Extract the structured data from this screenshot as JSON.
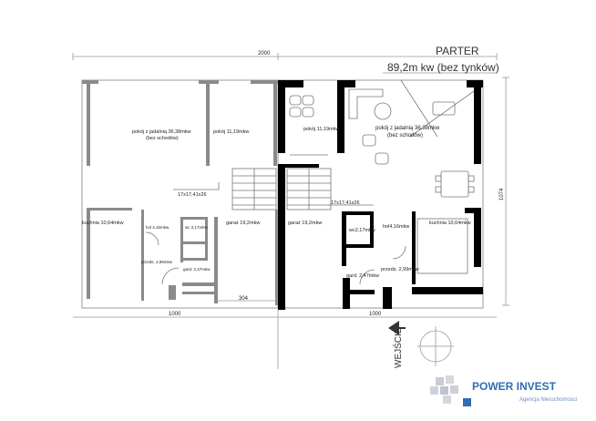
{
  "header": {
    "floor": "PARTER",
    "area": "89,2m kw (bez tynków)"
  },
  "dimensions": {
    "top_width": "2000",
    "bottom_left": "1000",
    "bottom_right": "1000",
    "right_side": "1074",
    "garage_bottom": "304"
  },
  "left_unit": {
    "living": "pokój z jadalnią 36,38mkw",
    "living_note": "(bez schodów)",
    "room": "pokój 11,19mkw",
    "stairs": "17x17,41x26",
    "kitchen": "kuchnia 10,64mkw",
    "hall": "hol 4,16mkw",
    "wc": "wc 2,17mkw",
    "garage": "garaż 19,2mkw",
    "entry": "przeds. 2,99mkw",
    "wardrobe": "gard. 2,47mkw"
  },
  "right_unit": {
    "room": "pokój 11,19mkw",
    "living": "pokój z jadalnią 36,38mkw",
    "living_note": "(bez schodów)",
    "stairs": "17x17,41x26",
    "garage": "garaż 19,2mkw",
    "wc": "wc2,17mkw",
    "hall": "hol4,16mkw",
    "kitchen": "kuchnia 10,64mkw",
    "wardrobe": "gard. 2,47mkw",
    "entry": "przeds. 2,99mkw"
  },
  "entrance": "WEJŚCIE",
  "logo": {
    "brand": "POWER INVEST",
    "tagline": "Agencja Nieruchomości"
  }
}
